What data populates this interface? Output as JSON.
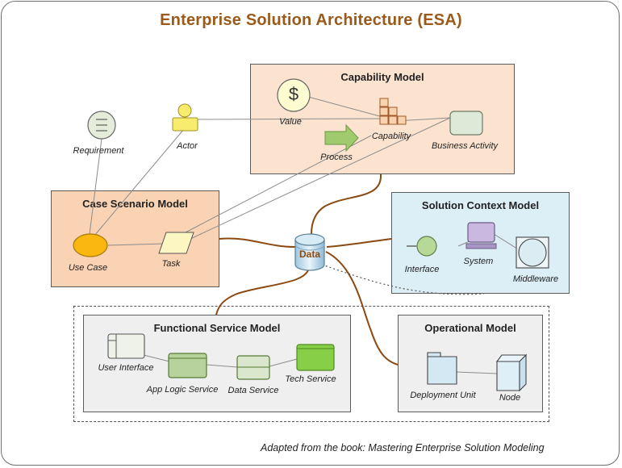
{
  "title": "Enterprise Solution Architecture (ESA)",
  "credit": "Adapted from the book: Mastering Enterprise Solution Modeling",
  "center": {
    "label": "Data"
  },
  "models": {
    "capability": {
      "title": "Capability Model",
      "value": "Value",
      "value_symbol": "$",
      "capability": "Capability",
      "process": "Process",
      "business_activity": "Business Activity"
    },
    "case_scenario": {
      "title": "Case Scenario Model",
      "use_case": "Use Case",
      "task": "Task"
    },
    "solution_context": {
      "title": "Solution  Context  Model",
      "interface": "Interface",
      "system": "System",
      "middleware": "Middleware"
    },
    "functional_service": {
      "title": "Functional Service Model",
      "user_interface": "User Interface",
      "app_logic_service": "App Logic Service",
      "data_service": "Data Service",
      "tech_service": "Tech Service"
    },
    "operational": {
      "title": "Operational Model",
      "deployment_unit": "Deployment Unit",
      "node": "Node"
    }
  },
  "standalone": {
    "requirement": "Requirement",
    "actor": "Actor"
  },
  "colors": {
    "title": "#9b5a1a",
    "connector": "#8b4a12",
    "capability_bg": "#fbe3cf",
    "case_scenario_bg": "#f9d3b3",
    "solution_context_bg": "#dceef6",
    "functional_bg": "#efefef",
    "operational_bg": "#efefef"
  }
}
